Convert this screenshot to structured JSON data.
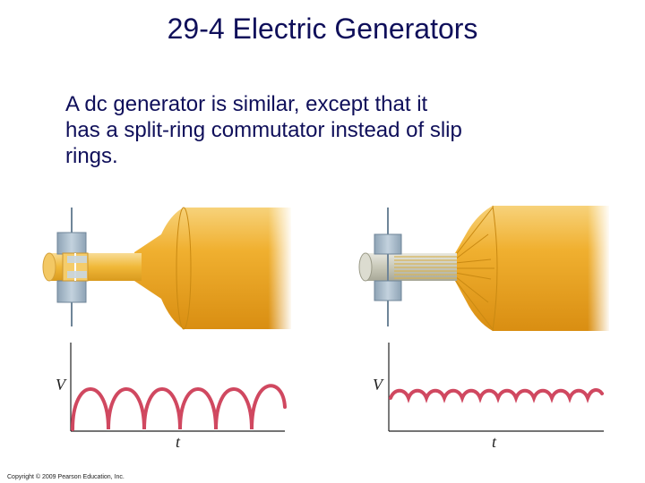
{
  "slide": {
    "title": "29-4 Electric Generators",
    "body_lines": [
      "A dc generator is similar, except that it",
      "has a split-ring commutator instead of slip",
      "rings."
    ],
    "copyright": "Copyright © 2009 Pearson Education, Inc."
  },
  "figures": {
    "left": {
      "y_axis_label": "V",
      "x_axis_label": "t"
    },
    "right": {
      "y_axis_label": "V",
      "x_axis_label": "t"
    }
  },
  "colors": {
    "title_text": "#0f0f5a",
    "housing_gold": "#f0b030",
    "waveform": "#d04860",
    "shaft": "#f2c45a",
    "bracket": "#a9bccb"
  }
}
